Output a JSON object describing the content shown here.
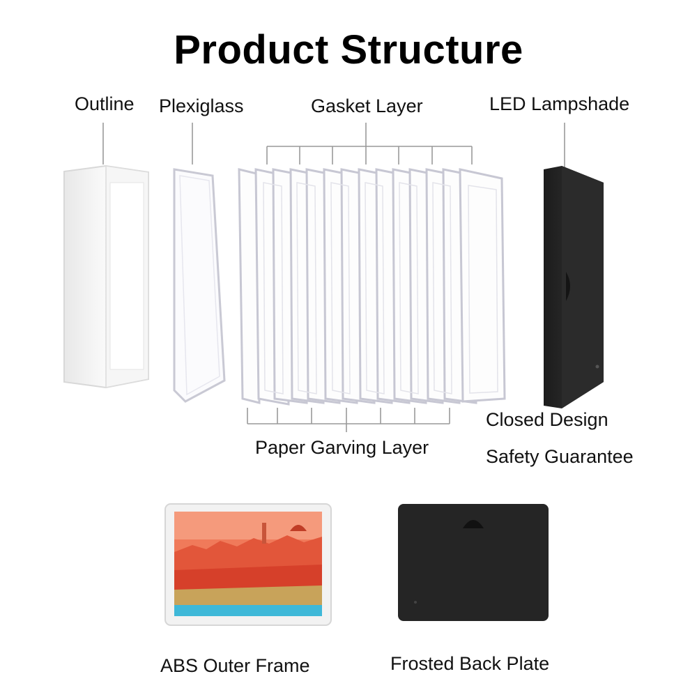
{
  "title": "Product Structure",
  "labels": {
    "outline": "Outline",
    "plexiglass": "Plexiglass",
    "gasket_layer": "Gasket Layer",
    "led_lampshade": "LED Lampshade",
    "paper_carving_layer": "Paper Garving Layer",
    "closed_design": "Closed Design",
    "safety_guarantee": "Safety Guarantee",
    "abs_outer_frame": "ABS Outer Frame",
    "frosted_back_plate": "Frosted Back Plate"
  },
  "colors": {
    "frame_white": "#f4f4f4",
    "layer_stroke": "#c8c8d2",
    "lampshade": "#2a2a2a",
    "back_plate": "#252525",
    "scene_sky": "#f07a5a",
    "scene_water": "#3fb8d8"
  }
}
